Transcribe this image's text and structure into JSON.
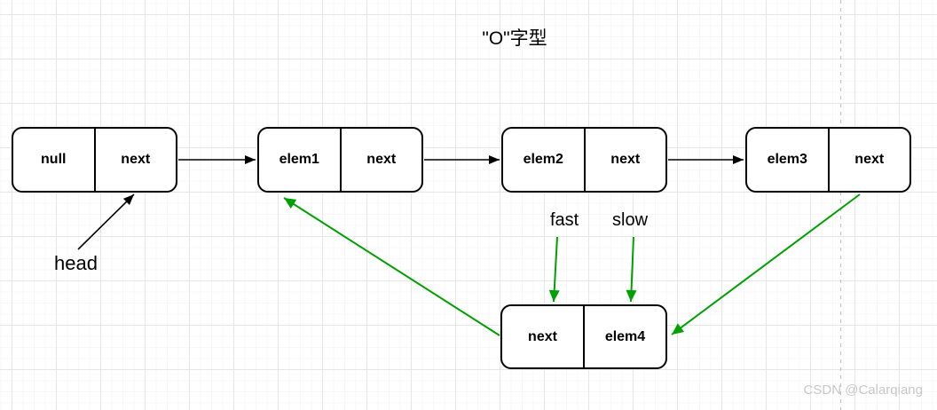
{
  "title": "\"O\"字型",
  "nodes": [
    {
      "name": "node-null",
      "left": "null",
      "right": "next"
    },
    {
      "name": "node-elem1",
      "left": "elem1",
      "right": "next"
    },
    {
      "name": "node-elem2",
      "left": "elem2",
      "right": "next"
    },
    {
      "name": "node-elem3",
      "left": "elem3",
      "right": "next"
    },
    {
      "name": "node-elem4",
      "left": "next",
      "right": "elem4"
    }
  ],
  "labels": {
    "head": "head",
    "fast": "fast",
    "slow": "slow"
  },
  "watermark": "CSDN @Calarqiang",
  "colors": {
    "green": "#00a000",
    "black": "#000000",
    "grid_minor": "#f7f7f7",
    "grid_major": "#e6e6e6",
    "watermark_gray": "#c8c8c8",
    "dashed_gray": "#c4c4c4"
  }
}
